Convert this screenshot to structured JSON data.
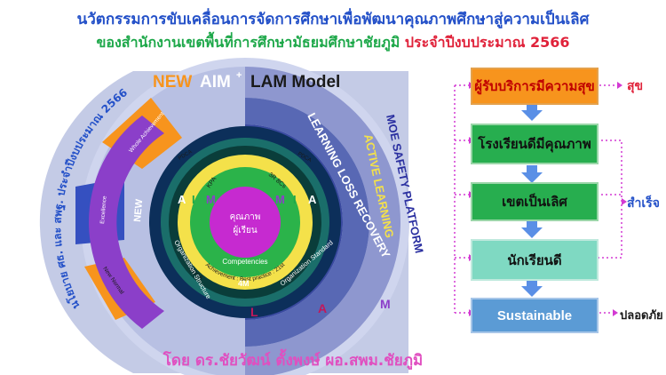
{
  "title_line1": "นวัตกรรมการขับเคลื่อนการจัดการศึกษาเพื่อพัฒนาคุณภาพศึกษาสู่ความเป็นเลิศ",
  "title_line2_part1": "ของสำนักงานเขตพื้นที่การศึกษามัธยมศึกษาชัยภูมิ",
  "title_line2_part2": "ประจำปีงบประมาณ 2566",
  "footer": "โดย ดร.ชัยวัฒน์ ตั้งพงษ์ ผอ.สพม.ชัยภูมิ",
  "model": {
    "new": "NEW",
    "aim": "AIM",
    "plus": "+",
    "lam": "LAM Model"
  },
  "left_arc_text": "นโยบาย ศธ. และ สพฐ. ประจำปีงบประมาณ 2566",
  "new_label": "NEW",
  "petals": [
    "Whole Achievement",
    "Excellence",
    "New Normal"
  ],
  "aim_letters": [
    "A",
    "I",
    "M",
    "M",
    "I",
    "A"
  ],
  "rings": {
    "pdca": "PDCA",
    "kpa": "KPA",
    "three_r": "3R 8Cs",
    "center_line1": "คุณภาพ",
    "center_line2": "ผู้เรียน",
    "competencies": "Competencies",
    "achievement": "Achievement : Best practice : 21st",
    "org_structure": "Organization Structure",
    "org_standard": "Organization Standard",
    "four_m": "4M"
  },
  "bands": {
    "active": "ACTIVE LEARNING",
    "recovery": "LEARNING LOSS RECOVERY",
    "moe": "MOE SAFETY PLATFORM"
  },
  "lam_letters": [
    "L",
    "A",
    "M"
  ],
  "flow_boxes": [
    "ผู้รับบริการมีความสุข",
    "โรงเรียนดีมีคุณภาพ",
    "เขตเป็นเลิศ",
    "นักเรียนดี",
    "Sustainable"
  ],
  "outcomes": {
    "happy": "สุข",
    "success": "สำเร็จ",
    "safe": "ปลอดภัย"
  },
  "colors": {
    "title_blue": "#2350c8",
    "green": "#1ea84a",
    "red": "#e0223a",
    "pink": "#e04fc0",
    "orange": "#f7941d",
    "purple": "#8b3fc9"
  }
}
